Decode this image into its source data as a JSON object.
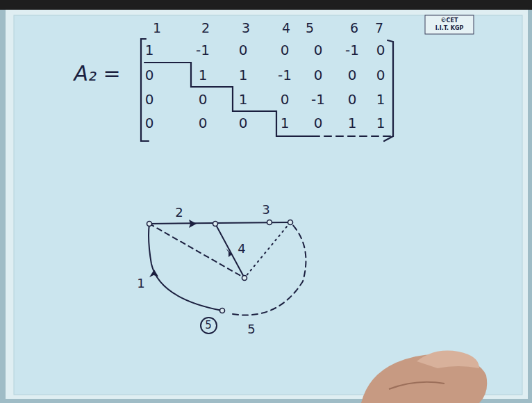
{
  "diagram": {
    "nodes": [
      {
        "text": [
          "5"
        ]
      }
    ],
    "labels": [
      "A₂ =",
      "1",
      "2",
      "3",
      "4",
      "5",
      "6",
      "7",
      "1",
      "-1",
      "0",
      "0",
      "0",
      "-1",
      "0",
      "0",
      "1",
      "1",
      "-1",
      "0",
      "0",
      "0",
      "0",
      "0",
      "1",
      "0",
      "-1",
      "0",
      "1",
      "0",
      "0",
      "0",
      "1",
      "0",
      "1",
      "1",
      "©CET",
      "I.I.T. KGP",
      "2",
      "3",
      "4",
      "1",
      "5"
    ]
  }
}
